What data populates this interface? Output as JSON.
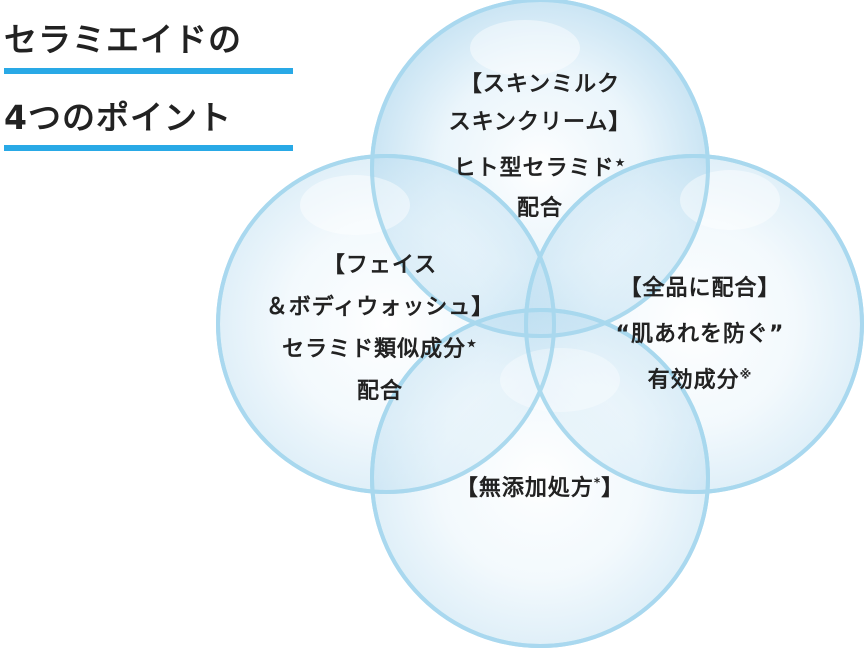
{
  "heading": {
    "line1": "セラミエイドの",
    "line2": "4つのポイント"
  },
  "colors": {
    "accent_underline": "#29a9e6",
    "circle_stroke": "#a8d8ee",
    "circle_fill": "#cfe8f6",
    "text": "#222222"
  },
  "points": {
    "top": {
      "line1": "【スキンミルク",
      "line2": "スキンクリーム】",
      "line3": "ヒト型セラミド",
      "line3_mark": "★",
      "line4": "配合"
    },
    "left": {
      "line1": "【フェイス",
      "line2": "＆ボディウォッシュ】",
      "line3": "セラミド類似成分",
      "line3_mark": "★",
      "line4": "配合"
    },
    "right": {
      "line1": "【全品に配合】",
      "line2": "“肌あれを防ぐ”",
      "line3": "有効成分",
      "line3_mark": "※"
    },
    "bottom": {
      "line1_pre": "【無添加処方",
      "line1_mark": "*",
      "line1_post": "】"
    }
  }
}
